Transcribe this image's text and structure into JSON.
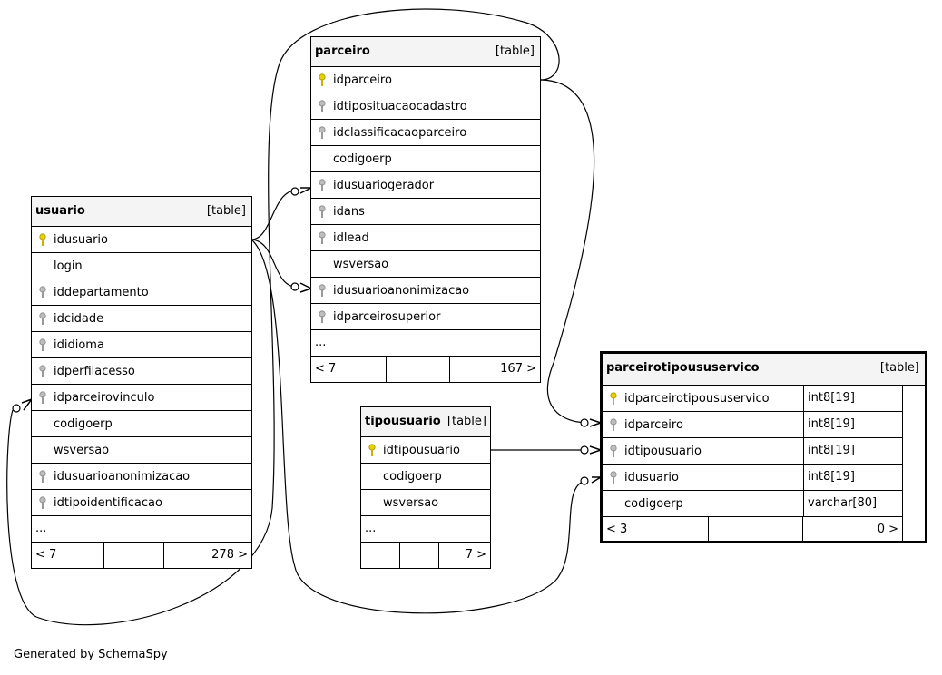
{
  "usuario": {
    "name": "usuario",
    "type": "[table]",
    "columns": [
      "idusuario",
      "login",
      "iddepartamento",
      "idcidade",
      "ididioma",
      "idperfilacesso",
      "idparceirovinculo",
      "codigoerp",
      "wsversao",
      "idusuarioanonimizacao",
      "idtipoidentificacao"
    ],
    "more": "...",
    "footer": {
      "left": "< 7",
      "right": "278 >"
    }
  },
  "parceiro": {
    "name": "parceiro",
    "type": "[table]",
    "columns": [
      "idparceiro",
      "idtiposituacaocadastro",
      "idclassificacaoparceiro",
      "codigoerp",
      "idusuariogerador",
      "idans",
      "idlead",
      "wsversao",
      "idusuarioanonimizacao",
      "idparceirosuperior"
    ],
    "more": "...",
    "footer": {
      "left": "< 7",
      "right": "167 >"
    }
  },
  "tipousuario": {
    "name": "tipousuario",
    "type": "[table]",
    "columns": [
      "idtipousuario",
      "codigoerp",
      "wsversao"
    ],
    "more": "...",
    "footer": {
      "right": "7 >"
    }
  },
  "parceirotipoususervico": {
    "name": "parceirotipoususervico",
    "type": "[table]",
    "columns": [
      "idparceirotipoususervico",
      "idparceiro",
      "idtipousuario",
      "idusuario",
      "codigoerp"
    ],
    "types": [
      "int8[19]",
      "int8[19]",
      "int8[19]",
      "int8[19]",
      "varchar[80]"
    ],
    "footer": {
      "left": "< 3",
      "right": "0 >"
    }
  },
  "credit": "Generated by SchemaSpy"
}
